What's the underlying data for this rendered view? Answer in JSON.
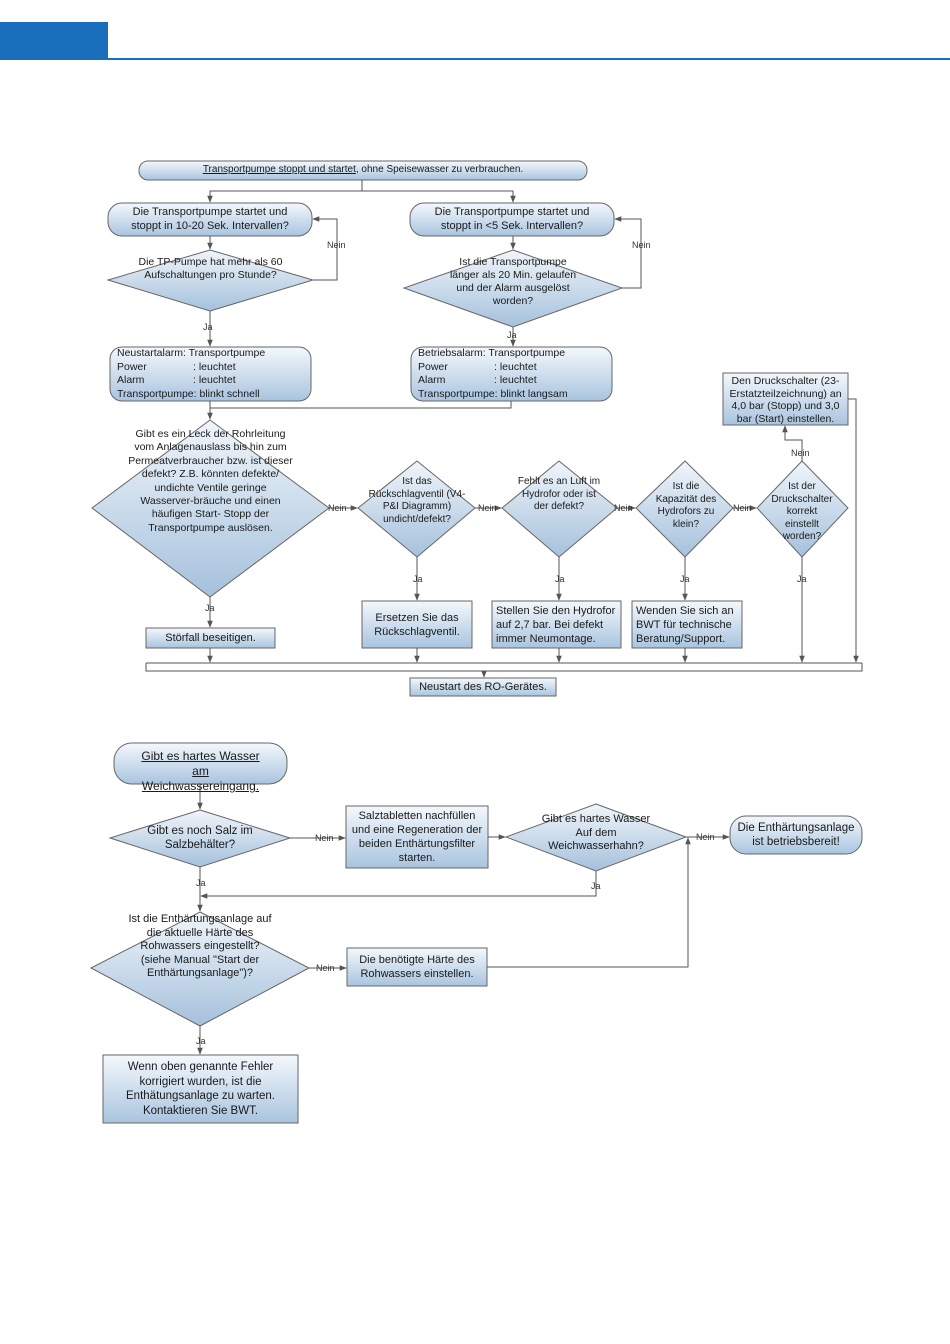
{
  "header": {
    "brand_color": "#1a6fbd"
  },
  "flowchart1": {
    "start": {
      "underlined": "Transportpumpe stoppt und startet",
      "rest": ", ohne Speisewasser zu verbrauchen."
    },
    "left_q1": "Die Transportpumpe startet und stoppt in 10-20 Sek. Intervallen?",
    "left_d1": "Die TP-Pumpe hat mehr als 60 Aufschaltungen pro Stunde?",
    "right_q1": "Die Transportpumpe startet und stoppt in <5 Sek. Intervallen?",
    "right_d1": "Ist die Transportpumpe länger als 20 Min. gelaufen und der Alarm ausgelöst worden?",
    "alarm_left": {
      "title": "Neustartalarm: Transportpumpe",
      "rows": [
        {
          "k": "Power",
          "v": ": leuchtet"
        },
        {
          "k": "Alarm",
          "v": ": leuchtet"
        },
        {
          "k": "Transportpumpe",
          "v": ": blinkt schnell"
        }
      ]
    },
    "alarm_right": {
      "title": "Betriebsalarm: Transportpumpe",
      "rows": [
        {
          "k": "Power",
          "v": ": leuchtet"
        },
        {
          "k": "Alarm",
          "v": ": leuchtet"
        },
        {
          "k": "Transportpumpe",
          "v": ": blinkt langsam"
        }
      ]
    },
    "druckschalter_box": "Den Druckschalter (23-Erstatzteilzeichnung) an 4,0 bar (Stopp) und 3,0 bar (Start) einstellen.",
    "leak_diamond": "Gibt es ein Leck der Rohrleitung vom Anlagenauslass bis hin zum Permeatverbraucher bzw. ist dieser defekt? Z.B. könnten defekte/ undichte Ventile geringe Wasserver-bräuche und einen häufigen Start- Stopp der Transportpumpe auslösen.",
    "check_valve_diamond": "Ist das Rückschlagventil (V4-P&I Diagramm) undicht/defekt?",
    "air_diamond": "Fehlt es an Luft im Hydrofor oder ist der defekt?",
    "capacity_diamond": "Ist die Kapazität des Hydrofors zu klein?",
    "switch_diamond": "Ist der Druckschalter korrekt einstellt worden?",
    "fix_box": "Störfall beseitigen.",
    "replace_box": "Ersetzen Sie das Rückschlagventil.",
    "hydrofor_box": "Stellen Sie den Hydrofor auf 2,7 bar. Bei defekt immer Neumontage.",
    "bwt_box": "Wenden Sie sich an BWT für technische Beratung/Support.",
    "restart_box": "Neustart des RO-Gerätes.",
    "yes": "Ja",
    "no": "Nein"
  },
  "flowchart2": {
    "start": "Gibt es hartes Wasser am Weichwassereingang.",
    "salt_q": "Gibt es noch Salz im Salzbehälter?",
    "refill_box": "Salztabletten nachfüllen und eine Regeneration der beiden Enthärtungsfilter starten.",
    "hard_q": "Gibt es hartes Wasser Auf dem Weichwasserhahn?",
    "ready_box": "Die Enthärtungsanlage ist  betriebsbereit!",
    "adjust_q": "Ist die Enthärtungsanlage auf die aktuelle Härte des Rohwassers eingestellt? (siehe Manual \"Start der Enthärtungsanlage\")?",
    "set_box": "Die benötigte Härte des Rohwassers einstellen.",
    "final_box": "Wenn oben genannte Fehler korrigiert wurden, ist die Enthätungsanlage zu warten. Kontaktieren Sie BWT.",
    "yes": "Ja",
    "no": "Nein"
  }
}
